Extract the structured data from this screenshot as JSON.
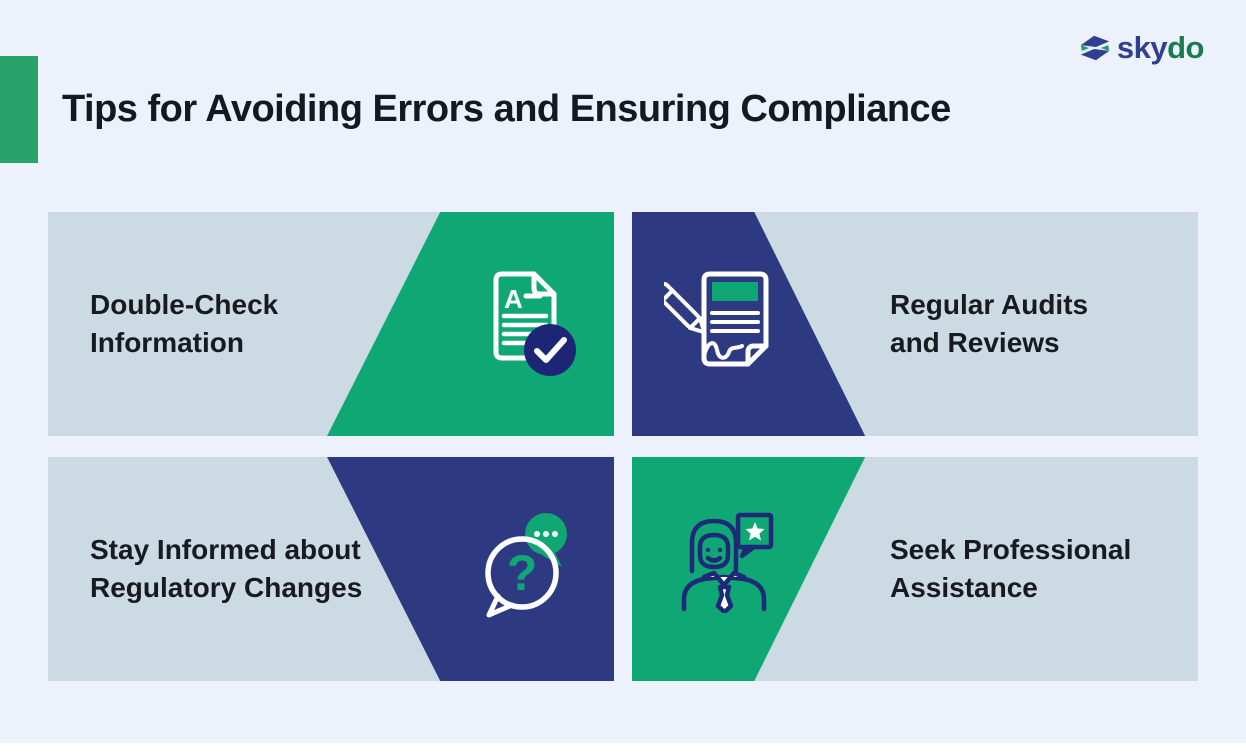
{
  "page": {
    "title": "Tips for Avoiding Errors and Ensuring Compliance"
  },
  "logo": {
    "icon": "skydo-mark-icon",
    "text_primary": "sky",
    "text_secondary": "do"
  },
  "cards": [
    {
      "title": "Double-Check\nInformation",
      "icon": "document-check-icon",
      "shape_color": "green",
      "shape_side": "right"
    },
    {
      "title": "Regular Audits\nand Reviews",
      "icon": "document-pen-icon",
      "shape_color": "navy",
      "shape_side": "left"
    },
    {
      "title": "Stay Informed about\nRegulatory Changes",
      "icon": "question-bubble-icon",
      "shape_color": "navy",
      "shape_side": "right"
    },
    {
      "title": "Seek Professional\nAssistance",
      "icon": "person-consultant-icon",
      "shape_color": "green",
      "shape_side": "left"
    }
  ],
  "colors": {
    "page_background": "#EDF1FB",
    "card_background": "#CCDAE4",
    "shape_green": "#0FA875",
    "shape_navy": "#2D3A82",
    "accent_bar_green": "#2AA36A",
    "check_circle_navy": "#1D2577",
    "title_text": "#14181F",
    "card_text": "#171A20",
    "logo_navy": "#303F8F",
    "logo_green": "#1B7B4E",
    "bottom_strip": "#FFFFFF"
  }
}
